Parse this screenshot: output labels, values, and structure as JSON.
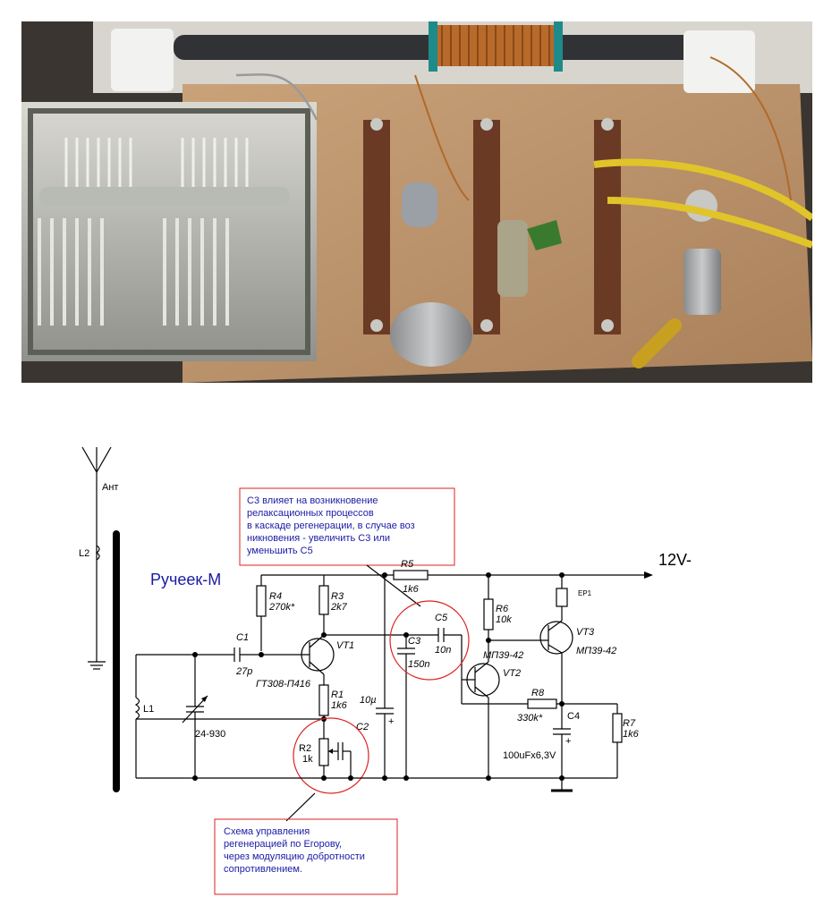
{
  "photo": {
    "alt": ""
  },
  "schematic": {
    "antenna_label": "Ант",
    "l2": "L2",
    "l1": "L1",
    "circuit_name": "Ручеек-М",
    "supply": "12V-",
    "note_top": {
      "lines": [
        "C3 влияет на возникновение",
        "релаксационных процессов",
        "в каскаде регенерации, в случае воз",
        "никновения - увеличить С3 или",
        "уменьшить С5"
      ]
    },
    "note_bottom": {
      "lines": [
        "Схема управления",
        "регенерацией по Егорову,",
        "через модуляцию добротности",
        "сопротивлением."
      ]
    },
    "components": {
      "r5": {
        "name": "R5",
        "value": "1k6"
      },
      "r4": {
        "name": "R4",
        "value": "270k*"
      },
      "r3": {
        "name": "R3",
        "value": "2k7"
      },
      "r6": {
        "name": "R6",
        "value": "10k"
      },
      "ep1": {
        "name": "EP1"
      },
      "vt3": {
        "name": "VT3",
        "type": "МП39-42"
      },
      "c1": {
        "name": "C1",
        "value": "27p"
      },
      "vt1": {
        "name": "VT1",
        "type": "ГТ308-П416"
      },
      "c5": {
        "name": "C5",
        "value": "10n"
      },
      "c3": {
        "name": "C3",
        "value": "150n"
      },
      "vt2": {
        "name": "VT2",
        "type": "МП39-42"
      },
      "r1": {
        "name": "R1",
        "value": "1k6"
      },
      "c_elec": {
        "value": "10µ"
      },
      "r8": {
        "name": "R8",
        "value": "330k*"
      },
      "c4": {
        "name": "C4",
        "value": "100uFx6,3V"
      },
      "r7": {
        "name": "R7",
        "value": "1k6"
      },
      "c2": {
        "name": "C2"
      },
      "r2": {
        "name": "R2",
        "value": "1k"
      },
      "var_cap": {
        "value": "24-930"
      }
    }
  }
}
